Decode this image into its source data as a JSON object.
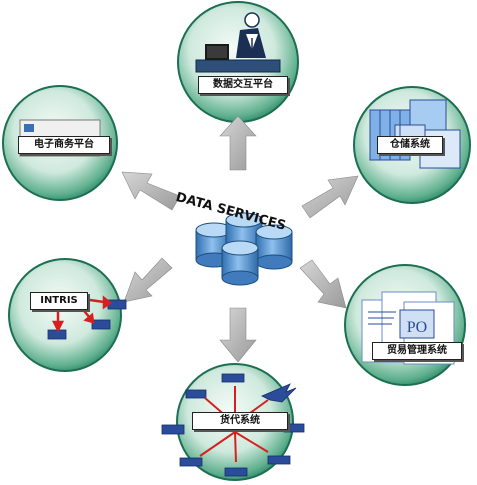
{
  "center": {
    "title": "DATA SERVICES"
  },
  "nodes": {
    "top": "数据交互平台",
    "left_top": "电子商务平台",
    "right_top": "仓储系统",
    "left_bottom": "INTRIS",
    "right_bottom": "贸易管理系统",
    "bottom": "货代系统"
  },
  "po_text": "PO",
  "colors": {
    "circle_light": "#e8f5ef",
    "circle_dark": "#1f8a67",
    "arrow": "#b8b8b8",
    "database": "#4d8ac6",
    "truck": "#2b4c9b",
    "red_arrow": "#d62020"
  }
}
